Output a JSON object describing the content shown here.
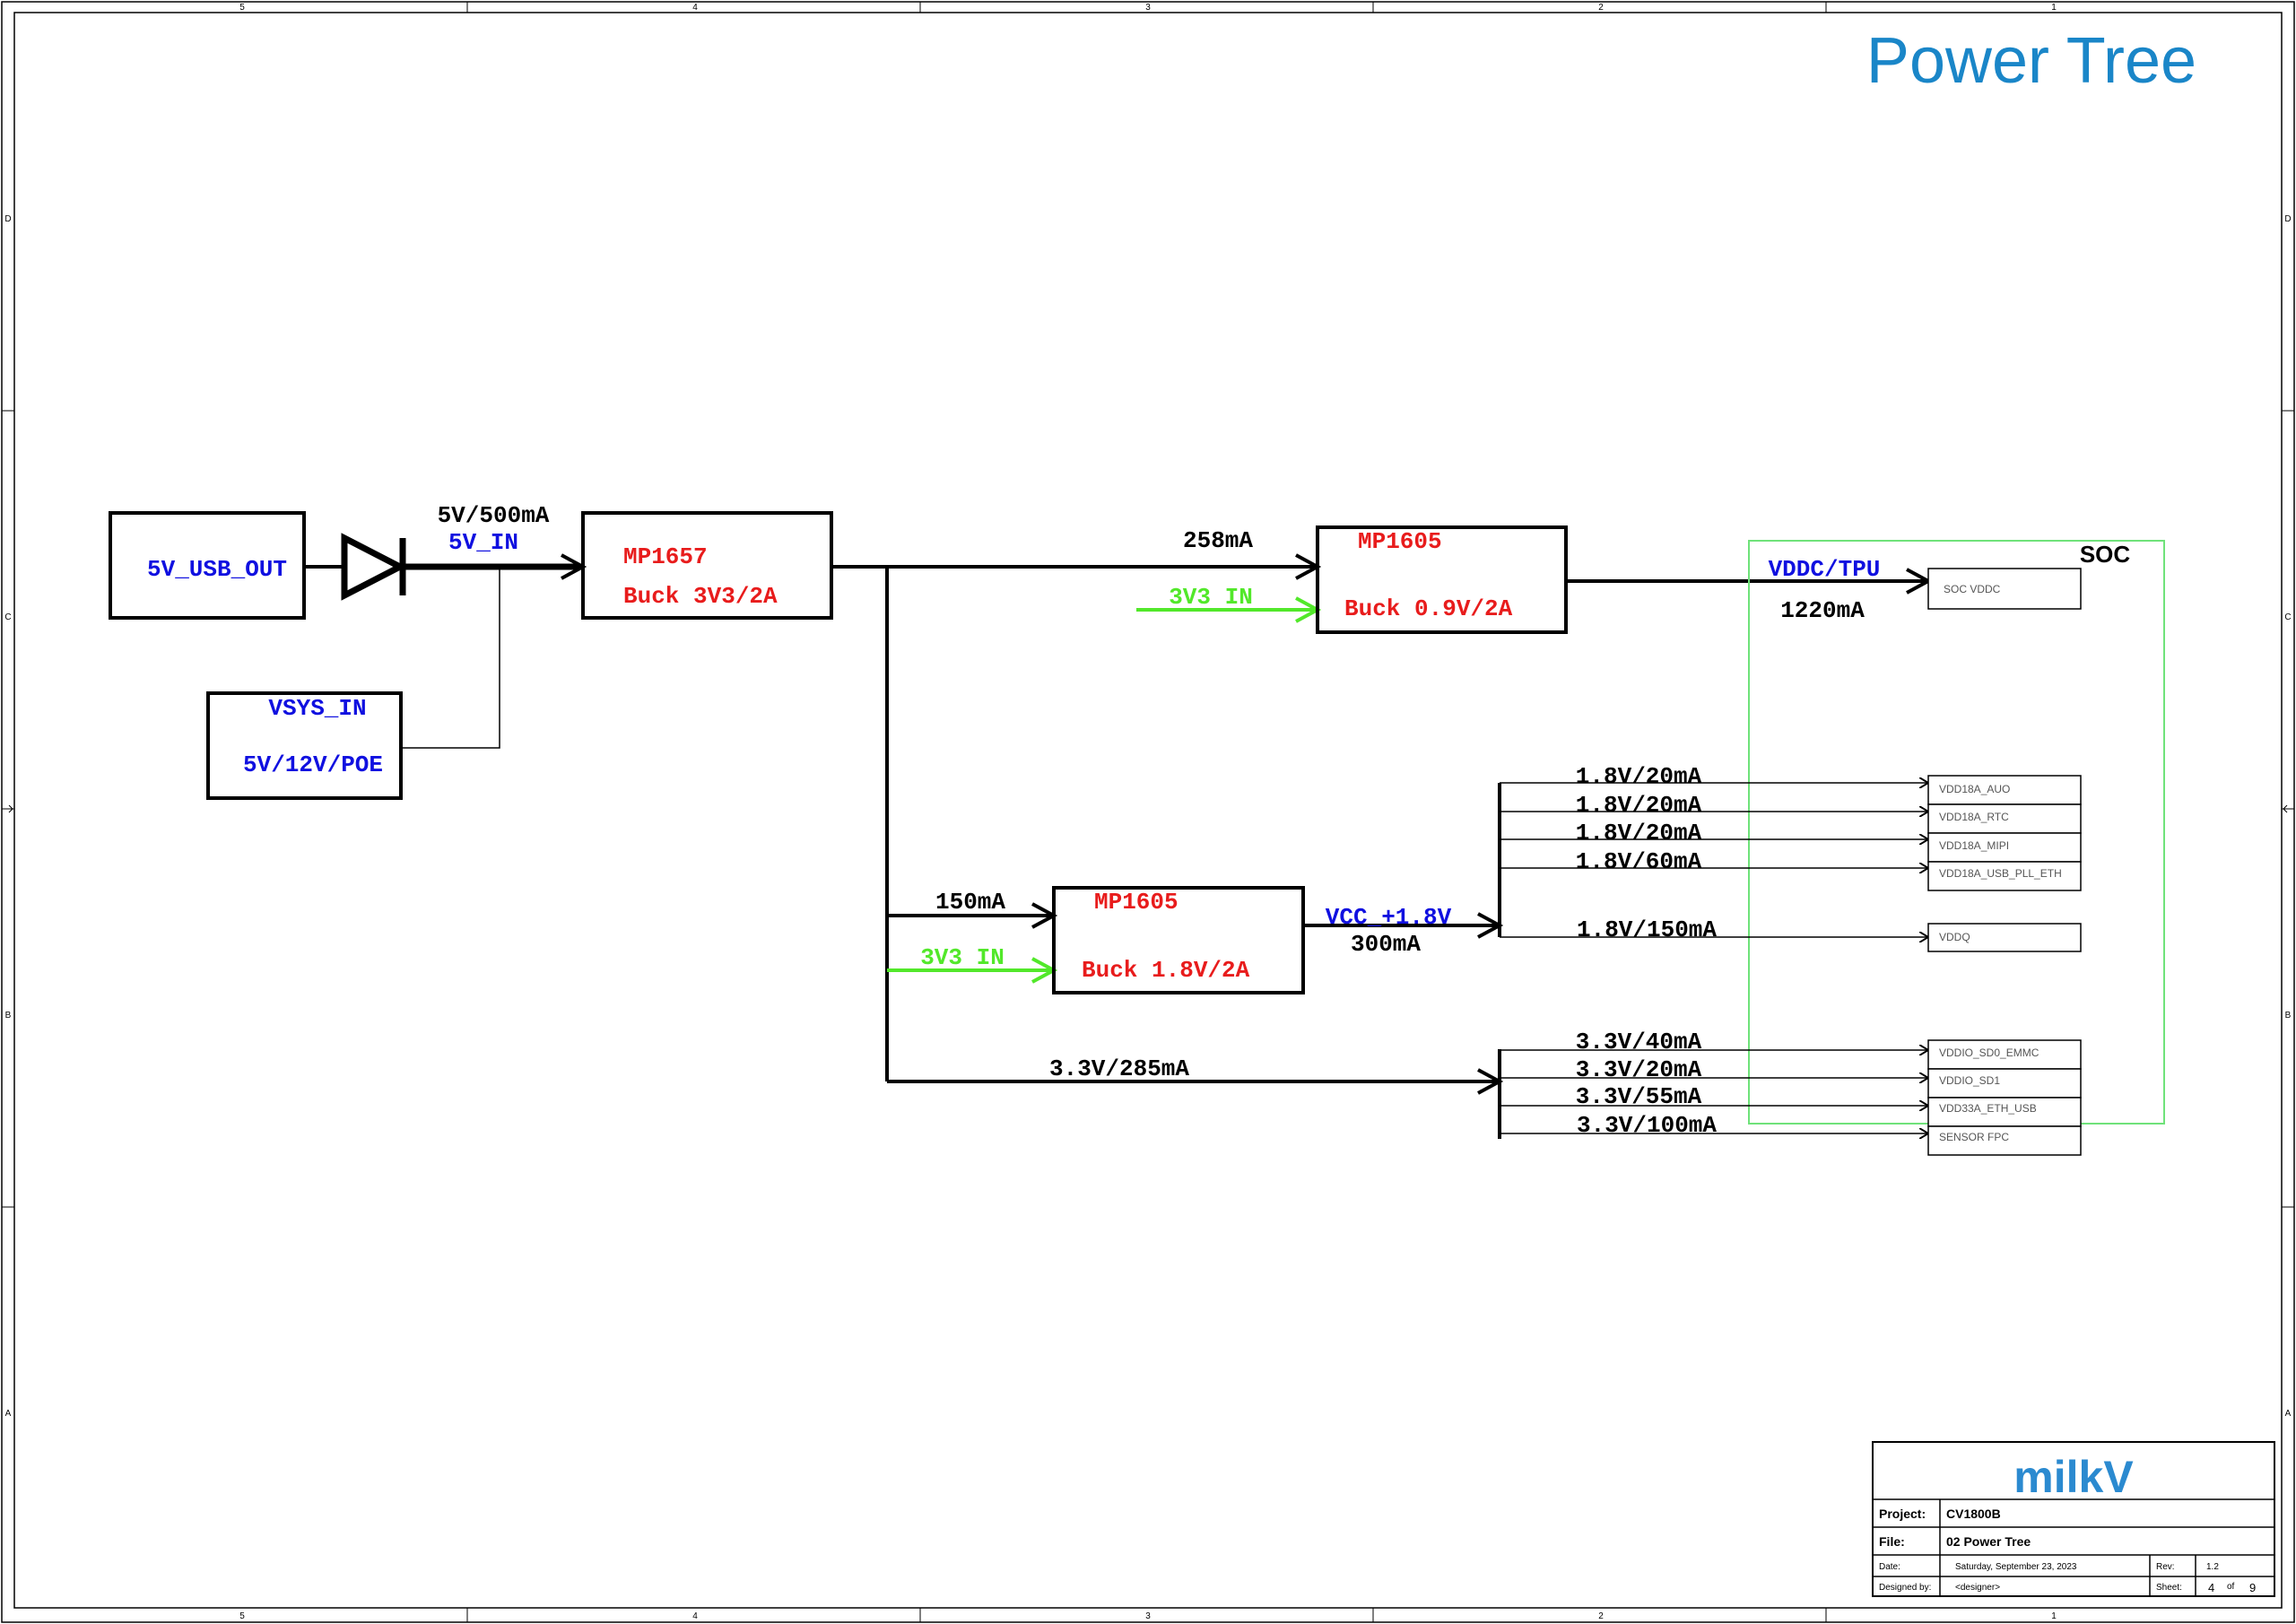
{
  "title": "Power Tree",
  "border": {
    "columns": [
      "5",
      "4",
      "3",
      "2",
      "1"
    ],
    "rows": [
      "D",
      "C",
      "B",
      "A"
    ]
  },
  "colors": {
    "title": "#1a86c8",
    "part": "#e81c1c",
    "net": "#1010e0",
    "green_net": "#52e82a",
    "soc_box": "#6fe27a",
    "wire": "#000000"
  },
  "blocks": {
    "usb_out": {
      "label": "5V_USB_OUT"
    },
    "vsys": {
      "label1": "VSYS_IN",
      "label2": "5V/12V/POE"
    },
    "mp1657": {
      "part": "MP1657",
      "desc": "Buck 3V3/2A"
    },
    "mp1605_top": {
      "part": "MP1605",
      "desc": "Buck 0.9V/2A"
    },
    "mp1605_mid": {
      "part": "MP1605",
      "desc": "Buck 1.8V/2A"
    },
    "soc": {
      "label": "SOC"
    }
  },
  "labels": {
    "in_current": "5V/500mA",
    "in_net": "5V_IN",
    "top_current": "258mA",
    "top_green": "3V3 IN",
    "vddc_net": "VDDC/TPU",
    "vddc_current": "1220mA",
    "mid_current": "150mA",
    "mid_green": "3V3 IN",
    "vcc18_net": "VCC_+1.8V",
    "vcc18_current": "300mA",
    "v33_rail": "3.3V/285mA"
  },
  "rails_18": [
    "1.8V/20mA",
    "1.8V/20mA",
    "1.8V/20mA",
    "1.8V/60mA"
  ],
  "rail_vddq": "1.8V/150mA",
  "rails_33": [
    "3.3V/40mA",
    "3.3V/20mA",
    "3.3V/55mA",
    "3.3V/100mA"
  ],
  "soc_pins": {
    "vddc": "SOC VDDC",
    "group18": [
      "VDD18A_AUO",
      "VDD18A_RTC",
      "VDD18A_MIPI",
      "VDD18A_USB_PLL_ETH"
    ],
    "vddq": "VDDQ",
    "group33": [
      "VDDIO_SD0_EMMC",
      "VDDIO_SD1",
      "VDD33A_ETH_USB",
      "SENSOR FPC"
    ]
  },
  "titleblock": {
    "logo": "milkV",
    "project_label": "Project:",
    "project_value": "CV1800B",
    "file_label": "File:",
    "file_value": "02 Power Tree",
    "date_label": "Date:",
    "date_value": "Saturday, September 23, 2023",
    "rev_label": "Rev:",
    "rev_value": "1.2",
    "designed_label": "Designed by:",
    "designed_value": "<designer>",
    "sheet_label": "Sheet:",
    "sheet_value": "4",
    "of_label": "of",
    "sheet_total": "9"
  }
}
